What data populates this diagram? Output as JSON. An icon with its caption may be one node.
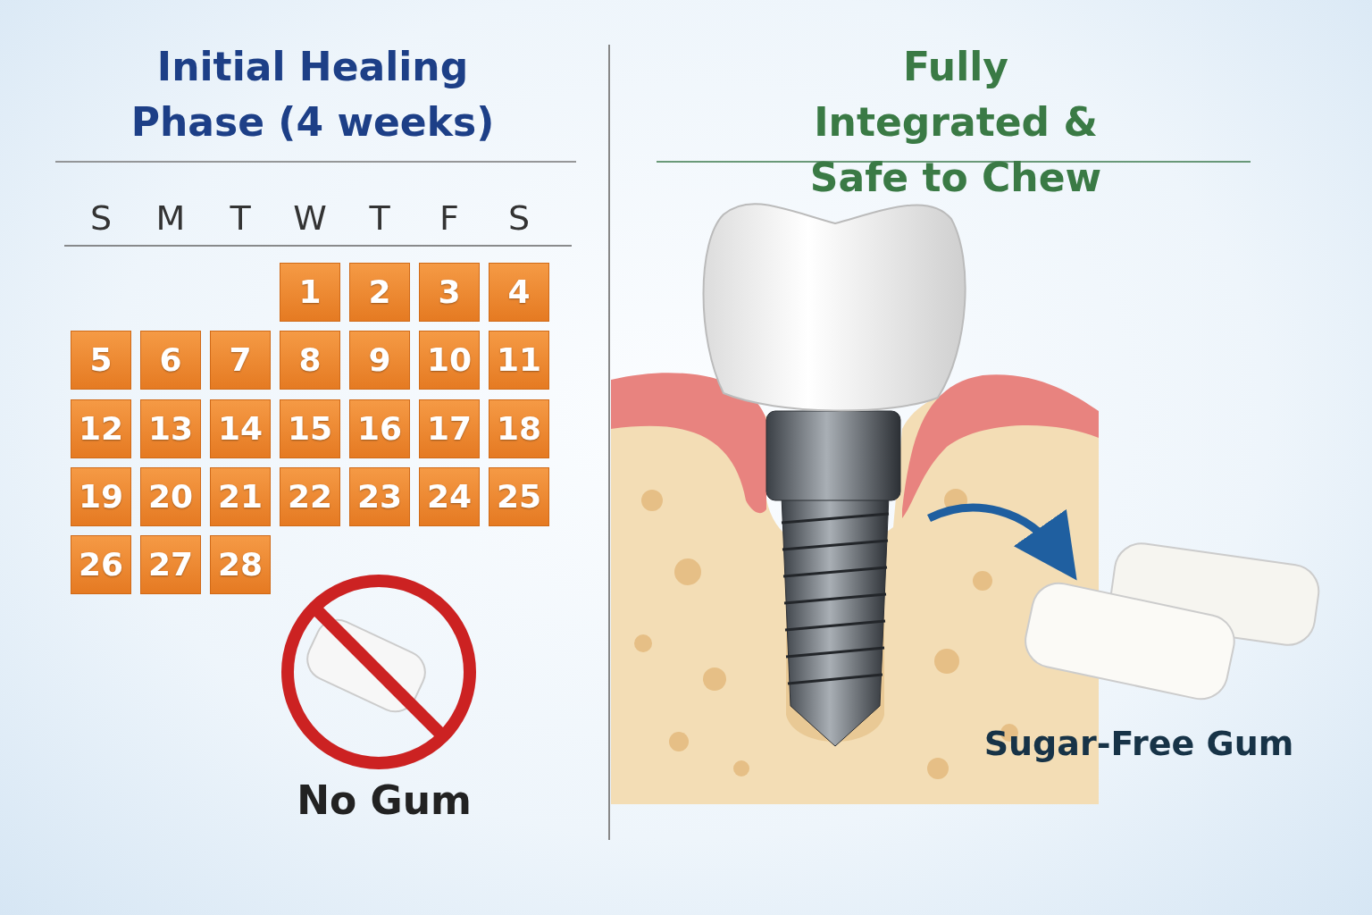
{
  "diagram": {
    "labels": [
      "Initial Healing Phase (4 weeks)",
      "S",
      "M",
      "T",
      "W",
      "T",
      "F",
      "S",
      "1",
      "2",
      "3",
      "4",
      "5",
      "6",
      "7",
      "8",
      "9",
      "10",
      "11",
      "12",
      "13",
      "14",
      "15",
      "16",
      "17",
      "18",
      "19",
      "20",
      "21",
      "22",
      "23",
      "24",
      "25",
      "26",
      "27",
      "28",
      "No Gum",
      "Fully Integrated & Safe to Chew",
      "Sugar-Free Gum"
    ]
  }
}
